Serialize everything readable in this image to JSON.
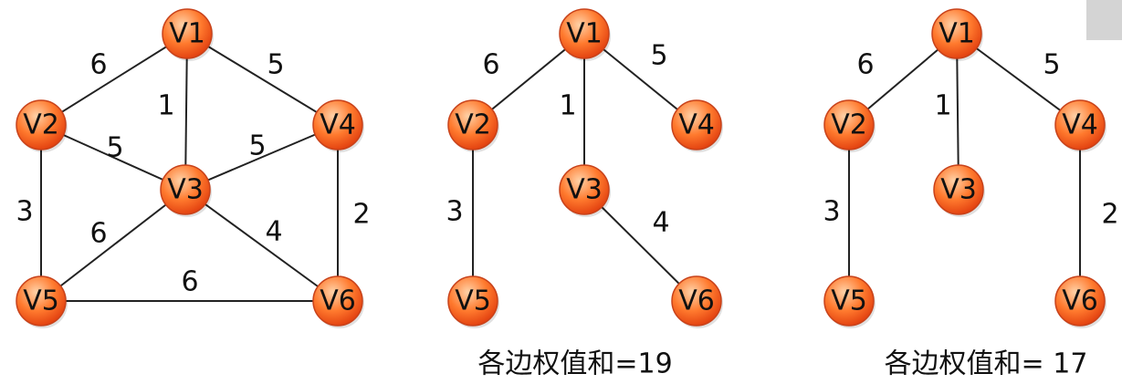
{
  "graphs": [
    {
      "nodes": [
        {
          "id": "V1",
          "label": "V1"
        },
        {
          "id": "V2",
          "label": "V2"
        },
        {
          "id": "V3",
          "label": "V3"
        },
        {
          "id": "V4",
          "label": "V4"
        },
        {
          "id": "V5",
          "label": "V5"
        },
        {
          "id": "V6",
          "label": "V6"
        }
      ],
      "edges": [
        {
          "from": "V1",
          "to": "V2",
          "weight": "6"
        },
        {
          "from": "V1",
          "to": "V4",
          "weight": "5"
        },
        {
          "from": "V1",
          "to": "V3",
          "weight": "1"
        },
        {
          "from": "V2",
          "to": "V3",
          "weight": "5"
        },
        {
          "from": "V4",
          "to": "V3",
          "weight": "5"
        },
        {
          "from": "V2",
          "to": "V5",
          "weight": "3"
        },
        {
          "from": "V4",
          "to": "V6",
          "weight": "2"
        },
        {
          "from": "V3",
          "to": "V5",
          "weight": "6"
        },
        {
          "from": "V3",
          "to": "V6",
          "weight": "4"
        },
        {
          "from": "V5",
          "to": "V6",
          "weight": "6"
        }
      ],
      "caption": ""
    },
    {
      "nodes": [
        {
          "id": "V1",
          "label": "V1"
        },
        {
          "id": "V2",
          "label": "V2"
        },
        {
          "id": "V3",
          "label": "V3"
        },
        {
          "id": "V4",
          "label": "V4"
        },
        {
          "id": "V5",
          "label": "V5"
        },
        {
          "id": "V6",
          "label": "V6"
        }
      ],
      "edges": [
        {
          "from": "V1",
          "to": "V2",
          "weight": "6"
        },
        {
          "from": "V1",
          "to": "V3",
          "weight": "1"
        },
        {
          "from": "V1",
          "to": "V4",
          "weight": "5"
        },
        {
          "from": "V2",
          "to": "V5",
          "weight": "3"
        },
        {
          "from": "V3",
          "to": "V6",
          "weight": "4"
        }
      ],
      "caption": "各边权值和=19"
    },
    {
      "nodes": [
        {
          "id": "V1",
          "label": "V1"
        },
        {
          "id": "V2",
          "label": "V2"
        },
        {
          "id": "V3",
          "label": "V3"
        },
        {
          "id": "V4",
          "label": "V4"
        },
        {
          "id": "V5",
          "label": "V5"
        },
        {
          "id": "V6",
          "label": "V6"
        }
      ],
      "edges": [
        {
          "from": "V1",
          "to": "V2",
          "weight": "6"
        },
        {
          "from": "V1",
          "to": "V3",
          "weight": "1"
        },
        {
          "from": "V1",
          "to": "V4",
          "weight": "5"
        },
        {
          "from": "V2",
          "to": "V5",
          "weight": "3"
        },
        {
          "from": "V4",
          "to": "V6",
          "weight": "2"
        }
      ],
      "caption": "各边权值和= 17"
    }
  ],
  "colors": {
    "node_fill_light": "#ffd2a8",
    "node_fill_mid": "#ff7a2e",
    "node_fill_dark": "#e2400f",
    "node_stroke": "#c8421a",
    "edge": "#222222",
    "text": "#111111"
  }
}
